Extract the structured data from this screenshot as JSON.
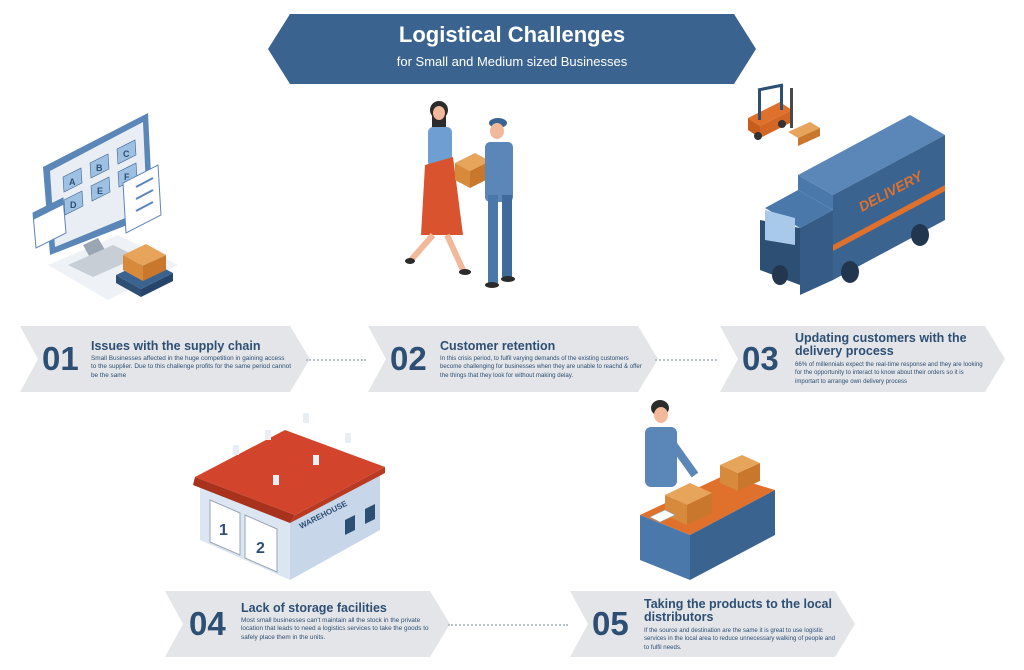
{
  "title": {
    "main": "Logistical Challenges",
    "sub": "for Small and Medium sized Businesses"
  },
  "illustration_text": {
    "delivery": "DELIVERY",
    "warehouse": "WAREHOUSE",
    "board_letters": [
      "A",
      "B",
      "C",
      "D",
      "E",
      "F"
    ],
    "dock_numbers": [
      "1",
      "2"
    ]
  },
  "steps": [
    {
      "number": "01",
      "title": "Issues with the supply chain",
      "description": "Small Businesses affected in the huge competition in gaining access to the supplier. Due to this challenge profits for the same period cannot be the same"
    },
    {
      "number": "02",
      "title": "Customer retention",
      "description": "In this crisis period, to fulfil varying demands of the existing customers become challenging for businesses when they are unable to reachd & offer the things that they look for without making delay."
    },
    {
      "number": "03",
      "title": "Updating customers with the delivery process",
      "description": "66% of millennials expect the real-time response and they are looking for the opportunity to interact to know about their orders so it is importart to arrange own delivery process"
    },
    {
      "number": "04",
      "title": "Lack of storage facilities",
      "description": "Most small businesses can't maintain all the stock in the private location that leads to need a logistics services to take the goods to safely place them in the units."
    },
    {
      "number": "05",
      "title": "Taking the products to the local distributors",
      "description": "If the source and destination are the same it is great to use logistic services in the local area to reduce unnecessary walking of people and to fulfil needs."
    }
  ],
  "colors": {
    "banner": "#3b638f",
    "card": "#e3e5e8",
    "text": "#2e4f74",
    "accent_orange": "#e0712c",
    "roof_red": "#d2452c"
  }
}
